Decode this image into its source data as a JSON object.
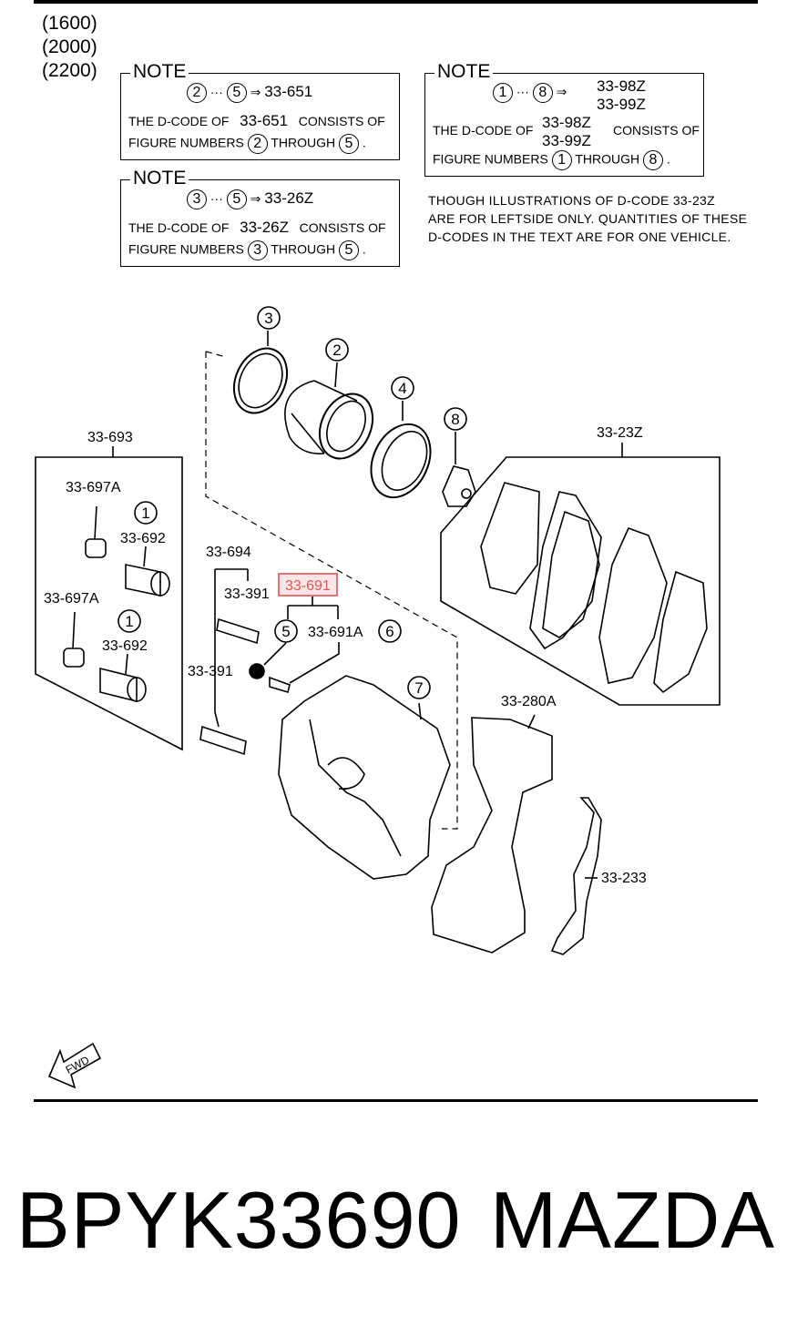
{
  "engines": [
    "(1600)",
    "(2000)",
    "(2200)"
  ],
  "notes": [
    {
      "header": "NOTE",
      "range_from": "2",
      "range_sep": "···",
      "range_to": "5",
      "arrow": "⇒",
      "code": "33-651",
      "text1": "THE D-CODE OF",
      "code2": "33-651",
      "text2": "CONSISTS OF",
      "text3": "FIGURE NUMBERS",
      "fig_from": "2",
      "text4": "THROUGH",
      "fig_to": "5",
      "end": "."
    },
    {
      "header": "NOTE",
      "range_from": "1",
      "range_sep": "···",
      "range_to": "8",
      "arrow": "⇒",
      "code": "33-98Z",
      "code_b": "33-99Z",
      "text1": "THE D-CODE OF",
      "code2": "33-98Z",
      "code2_b": "33-99Z",
      "text2": "CONSISTS OF",
      "text3": "FIGURE NUMBERS",
      "fig_from": "1",
      "text4": "THROUGH",
      "fig_to": "8",
      "end": "."
    },
    {
      "header": "NOTE",
      "range_from": "3",
      "range_sep": "···",
      "range_to": "5",
      "arrow": "⇒",
      "code": "33-26Z",
      "text1": "THE D-CODE OF",
      "code2": "33-26Z",
      "text2": "CONSISTS OF",
      "text3": "FIGURE NUMBERS",
      "fig_from": "3",
      "text4": "THROUGH",
      "fig_to": "5",
      "end": "."
    }
  ],
  "though": [
    "THOUGH ILLUSTRATIONS OF D-CODE 33-23Z",
    "ARE FOR LEFTSIDE ONLY. QUANTITIES OF THESE",
    "D-CODES IN THE TEXT ARE FOR ONE VEHICLE."
  ],
  "labels": {
    "c3": "3",
    "c2": "2",
    "c4": "4",
    "c8": "8",
    "c1a": "1",
    "c1b": "1",
    "c5": "5",
    "c6": "6",
    "c7": "7",
    "l_693": "33-693",
    "l_697a_1": "33-697A",
    "l_692_1": "33-692",
    "l_697a_2": "33-697A",
    "l_692_2": "33-692",
    "l_694": "33-694",
    "l_391_1": "33-391",
    "l_691": "33-691",
    "l_691a": "33-691A",
    "l_391_2": "33-391",
    "l_23z": "33-23Z",
    "l_280a": "33-280A",
    "l_233": "33-233",
    "fwd": "FWD"
  },
  "highlight_color": "#e05555",
  "footer": {
    "part": "BPYK33690",
    "brand": "MAZDA"
  }
}
